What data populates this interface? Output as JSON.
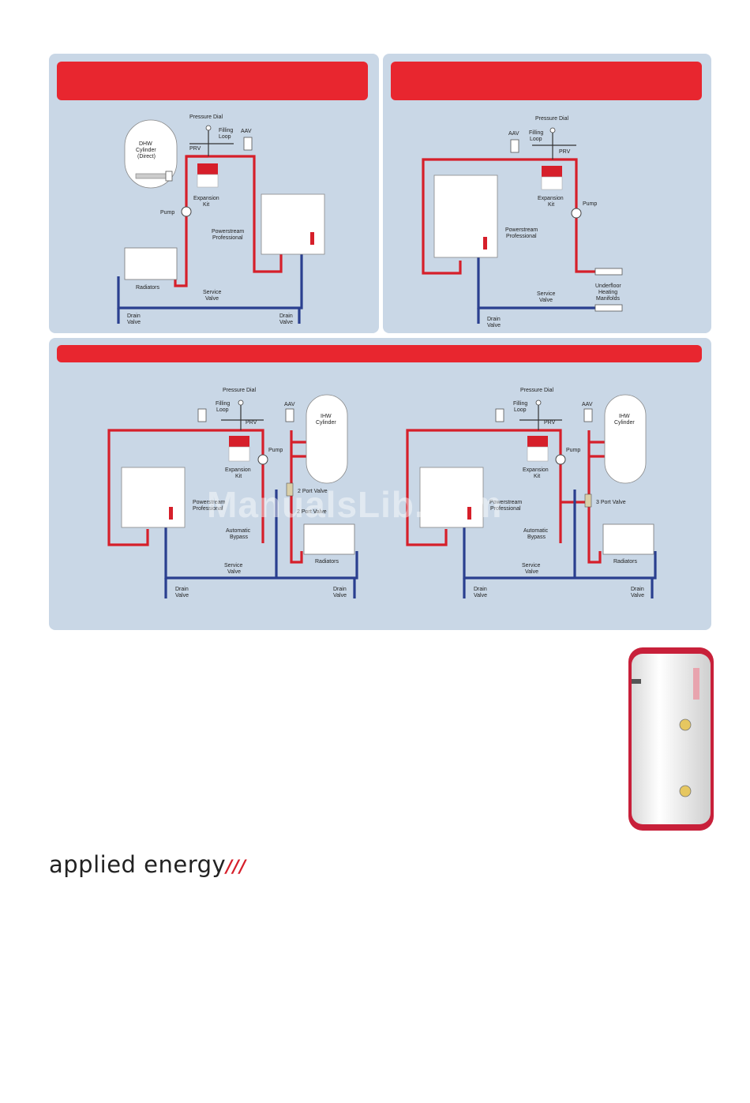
{
  "diagrams": {
    "top_left": {
      "pressure_dial": "Pressure Dial",
      "filling": "Filling",
      "loop": "Loop",
      "aav": "AAV",
      "prv": "PRV",
      "dhw1": "DHW",
      "dhw2": "Cylinder",
      "dhw3": "(Direct)",
      "expansion": "Expansion",
      "kit": "Kit",
      "pump": "Pump",
      "powerstream": "Powerstream",
      "professional": "Professional",
      "radiators": "Radiators",
      "service": "Service",
      "service_valve": "Valve",
      "drain_a": "Drain",
      "drain_a2": "Valve",
      "drain_b": "Drain",
      "drain_b2": "Valve"
    },
    "top_right": {
      "pressure_dial": "Pressure Dial",
      "aav": "AAV",
      "filling": "Filling",
      "loop": "Loop",
      "prv": "PRV",
      "expansion": "Expansion",
      "kit": "Kit",
      "pump": "Pump",
      "powerstream": "Powerstream",
      "professional": "Professional",
      "uf1": "Underfloor",
      "uf2": "Heating",
      "uf3": "Manifolds",
      "service": "Service",
      "service_valve": "Valve",
      "drain": "Drain",
      "drain2": "Valve"
    },
    "bottom_left": {
      "pressure_dial": "Pressure Dial",
      "filling": "Filling",
      "loop": "Loop",
      "prv": "PRV",
      "aav": "AAV",
      "ihw1": "IHW",
      "ihw2": "Cylinder",
      "pump": "Pump",
      "expansion": "Expansion",
      "kit": "Kit",
      "powerstream": "Powerstream",
      "professional": "Professional",
      "port_valve": "2 Port Valve",
      "port_valve2": "2 Port Valve",
      "bypass1": "Automatic",
      "bypass2": "Bypass",
      "radiators": "Radiators",
      "service": "Service",
      "service_valve": "Valve",
      "drain_a": "Drain",
      "drain_a2": "Valve",
      "drain_b": "Drain",
      "drain_b2": "Valve"
    },
    "bottom_right": {
      "pressure_dial": "Pressure Dial",
      "filling": "Filling",
      "loop": "Loop",
      "prv": "PRV",
      "aav": "AAV",
      "ihw1": "IHW",
      "ihw2": "Cylinder",
      "pump": "Pump",
      "expansion": "Expansion",
      "kit": "Kit",
      "powerstream": "Powerstream",
      "professional": "Professional",
      "port_valve": "3 Port Valve",
      "bypass1": "Automatic",
      "bypass2": "Bypass",
      "radiators": "Radiators",
      "service": "Service",
      "service_valve": "Valve",
      "drain_a": "Drain",
      "drain_a2": "Valve",
      "drain_b": "Drain",
      "drain_b2": "Valve"
    }
  },
  "watermark": "ManualsLib.com",
  "brand": {
    "name": "applied energy",
    "mark": "///"
  },
  "colors": {
    "panel": "#c9d7e6",
    "banner": "#e8262f",
    "hot_pipe": "#d61f2a",
    "cold_pipe": "#2a3f8f"
  }
}
